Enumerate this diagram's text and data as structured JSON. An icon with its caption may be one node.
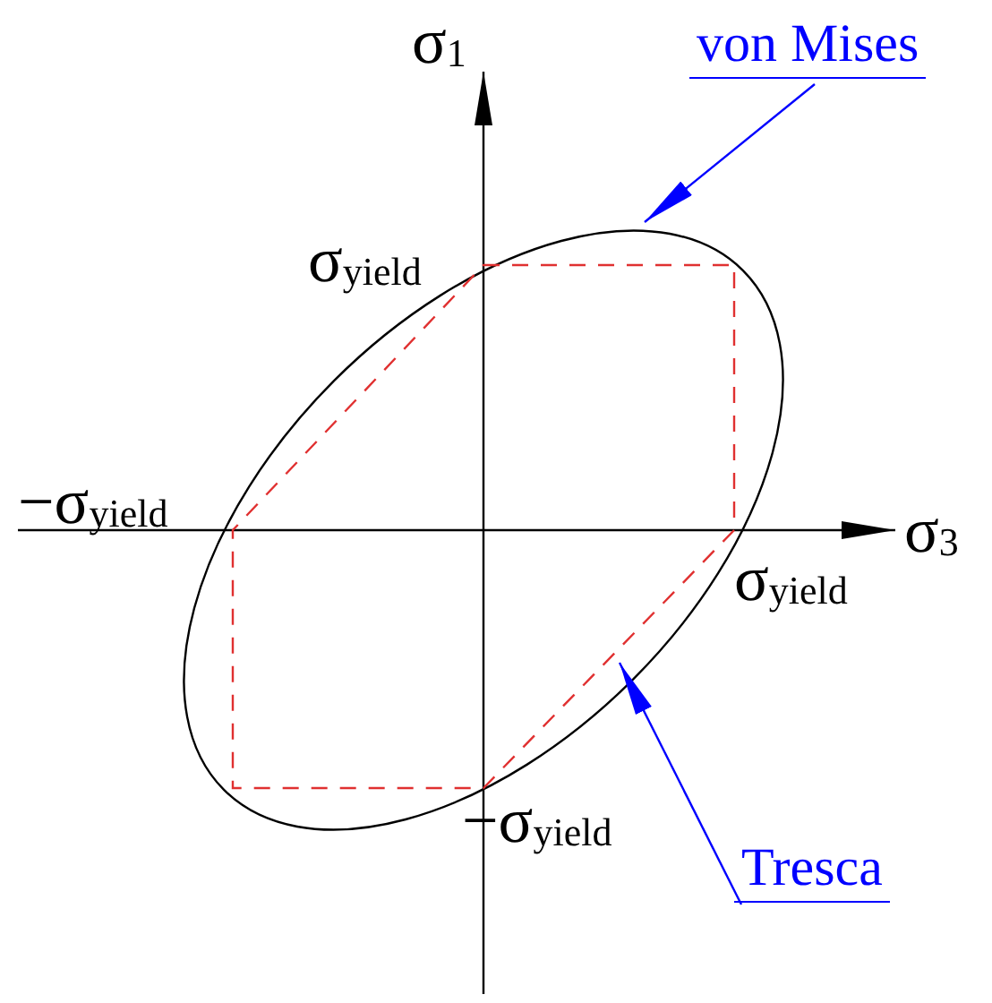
{
  "diagram": {
    "nodes": [
      {
        "text": [
          "von Mises"
        ]
      },
      {
        "text": [],
        "shape": "ellipse"
      },
      {
        "text": [],
        "shape": "hexagon",
        "in": 1
      },
      {
        "text": [
          "Tresca"
        ]
      }
    ],
    "edges": [
      {
        "from": 0,
        "to": 1,
        "arrow": "to"
      },
      {
        "from": 3,
        "to": 2,
        "arrow": "to"
      }
    ],
    "labels": [
      "σ$_{1}$",
      "σ$_{yield}$",
      "−σ$_{yield}$",
      "σ$_{3}$",
      "σ$_{yield}$",
      "−σ$_{yield}$"
    ]
  }
}
